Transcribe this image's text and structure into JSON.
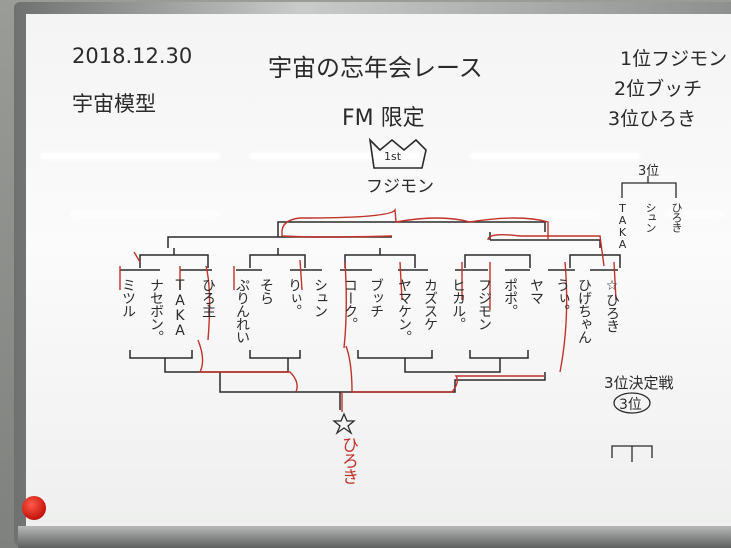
{
  "header": {
    "date": "2018.12.30",
    "title": "宇宙の忘年会レース",
    "shop": "宇宙模型",
    "class": "FM 限定"
  },
  "results": [
    "1位フジモン",
    "2位ブッチ",
    "3位ひろき"
  ],
  "champion": {
    "badge": "1st",
    "name": "フジモン"
  },
  "racers": [
    "ミツル",
    "ナセボン。",
    "TAKA",
    "ひろ主",
    "ぷりんれい",
    "そら",
    "りぃ。",
    "シュン",
    "コーク。",
    "ブッチ",
    "ヤマケン。",
    "カズスケ",
    "ヒカル。",
    "フジモン",
    "ポポ。",
    "ヤマ",
    "うぃ。",
    "ひげちゃん",
    "☆ひろき"
  ],
  "bottom_winner": {
    "star": "☆",
    "name": "ひろき"
  },
  "third_place_match": {
    "title": "3位決定戦",
    "circled": "3位",
    "mini_header": "3位",
    "mini_racers": [
      "TAKA",
      "シュン",
      "ひろき"
    ]
  },
  "colors": {
    "marker_black": "#2a2a2a",
    "marker_red": "#c0322a",
    "magnet": "#d81e12"
  }
}
